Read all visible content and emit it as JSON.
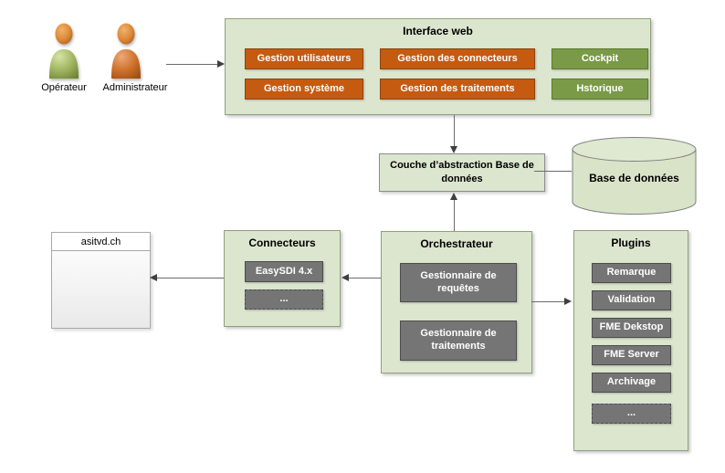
{
  "actors": [
    {
      "label": "Opérateur",
      "body_color": "#8aa04a"
    },
    {
      "label": "Administrateur",
      "body_color": "#c06518"
    }
  ],
  "interface_web": {
    "title": "Interface web",
    "buttons": [
      {
        "label": "Gestion utilisateurs",
        "style": "orange"
      },
      {
        "label": "Gestion des connecteurs",
        "style": "orange"
      },
      {
        "label": "Cockpit",
        "style": "green"
      },
      {
        "label": "Gestion système",
        "style": "orange"
      },
      {
        "label": "Gestion des traitements",
        "style": "orange"
      },
      {
        "label": "Hstorique",
        "style": "green"
      }
    ]
  },
  "abstraction_layer": {
    "title": "Couche d’abstraction Base de données"
  },
  "database": {
    "label": "Base de données"
  },
  "external_site": {
    "title": "asitvd.ch"
  },
  "connectors": {
    "title": "Connecteurs",
    "items": [
      {
        "label": "EasySDI 4.x",
        "style": "solid"
      },
      {
        "label": "...",
        "style": "dashed"
      }
    ]
  },
  "orchestrator": {
    "title": "Orchestrateur",
    "items": [
      {
        "label": "Gestionnaire de requêtes"
      },
      {
        "label": "Gestionnaire de traitements"
      }
    ]
  },
  "plugins": {
    "title": "Plugins",
    "items": [
      {
        "label": "Remarque",
        "style": "solid"
      },
      {
        "label": "Validation",
        "style": "solid"
      },
      {
        "label": "FME Dekstop",
        "style": "solid"
      },
      {
        "label": "FME Server",
        "style": "solid"
      },
      {
        "label": "Archivage",
        "style": "solid"
      },
      {
        "label": "...",
        "style": "dashed"
      }
    ]
  },
  "colors": {
    "panel_fill": "#dce6cf",
    "panel_border": "#90a07b",
    "orange_button": "#c55a11",
    "green_button": "#7a9a48",
    "gray_button": "#757575",
    "arrow": "#3f3f3f"
  }
}
